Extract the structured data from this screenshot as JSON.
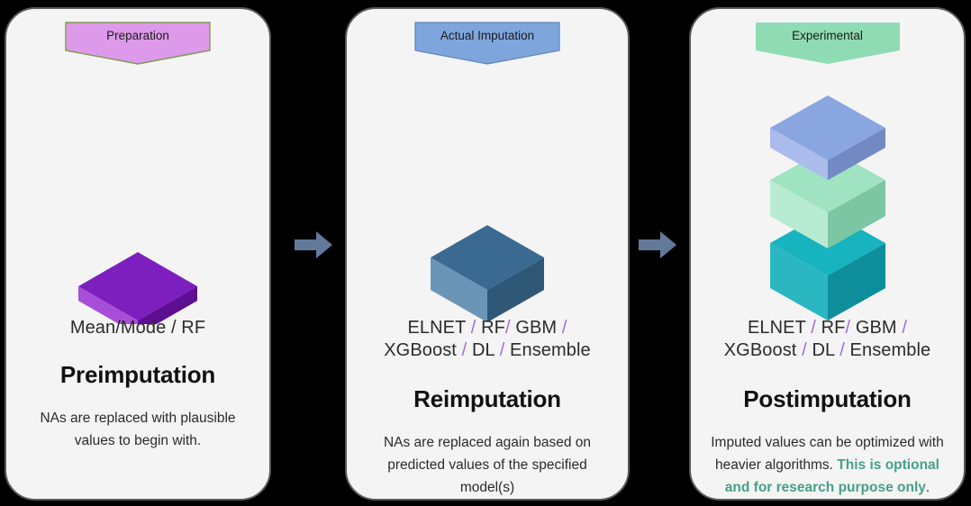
{
  "background_color": "#000000",
  "panel_background": "#f4f4f4",
  "panels": [
    {
      "banner": {
        "label": "Preparation",
        "fill": "#dd9aea",
        "stroke": "#7f9a55"
      },
      "art": {
        "icon": "purple-slab-3d",
        "colors": {
          "top": "#7d1fbf",
          "left": "#a64ed6",
          "right": "#5d0f92"
        }
      },
      "models": [
        "Mean/Mode / RF"
      ],
      "model_separator": "/",
      "heading": "Preimputation",
      "description": "NAs are replaced with plausible values to begin with.",
      "description_highlight": "",
      "description_tail": ""
    },
    {
      "banner": {
        "label": "Actual Imputation",
        "fill": "#7fa6dc",
        "stroke": "#5d86bb"
      },
      "art": {
        "icon": "blue-cube-3d",
        "colors": {
          "top": "#3a6a92",
          "left": "#6b95b6",
          "right": "#2f5877"
        }
      },
      "models": [
        "ELNET / RF/ GBM /",
        "XGBoost / DL / Ensemble"
      ],
      "model_separator": "/",
      "heading": "Reimputation",
      "description": "NAs are replaced again based on predicted values of the specified model(s)",
      "description_highlight": "",
      "description_tail": ""
    },
    {
      "banner": {
        "label": "Experimental",
        "fill": "#8fdcb4",
        "stroke": "#8fdcb4"
      },
      "art": {
        "icon": "stacked-cubes-3d",
        "colors": {
          "top_slab": {
            "top": "#8aa6e0",
            "left": "#aabcec",
            "right": "#7389c4"
          },
          "mid_cube": {
            "top": "#9fe3c2",
            "left": "#b8ecd2",
            "right": "#7cc6a4"
          },
          "bot_cube": {
            "top": "#17b3bf",
            "left": "#2bb7c2",
            "right": "#0e8e9b"
          }
        }
      },
      "models": [
        "ELNET / RF/ GBM /",
        "XGBoost / DL / Ensemble"
      ],
      "model_separator": "/",
      "heading": "Postimputation",
      "description": "Imputed values can be optimized with heavier algorithms. ",
      "description_highlight": "This is optional and for research purpose only",
      "description_tail": "."
    }
  ],
  "arrows": [
    {
      "name": "arrow-preimputation-to-reimputation",
      "color": "#63799a"
    },
    {
      "name": "arrow-reimputation-to-postimputation",
      "color": "#63799a"
    }
  ],
  "colors": {
    "separator_purple": "#9d6fd4",
    "highlight_teal": "#46a089",
    "arrow_slate": "#63799a",
    "panel_border": "#595959"
  }
}
